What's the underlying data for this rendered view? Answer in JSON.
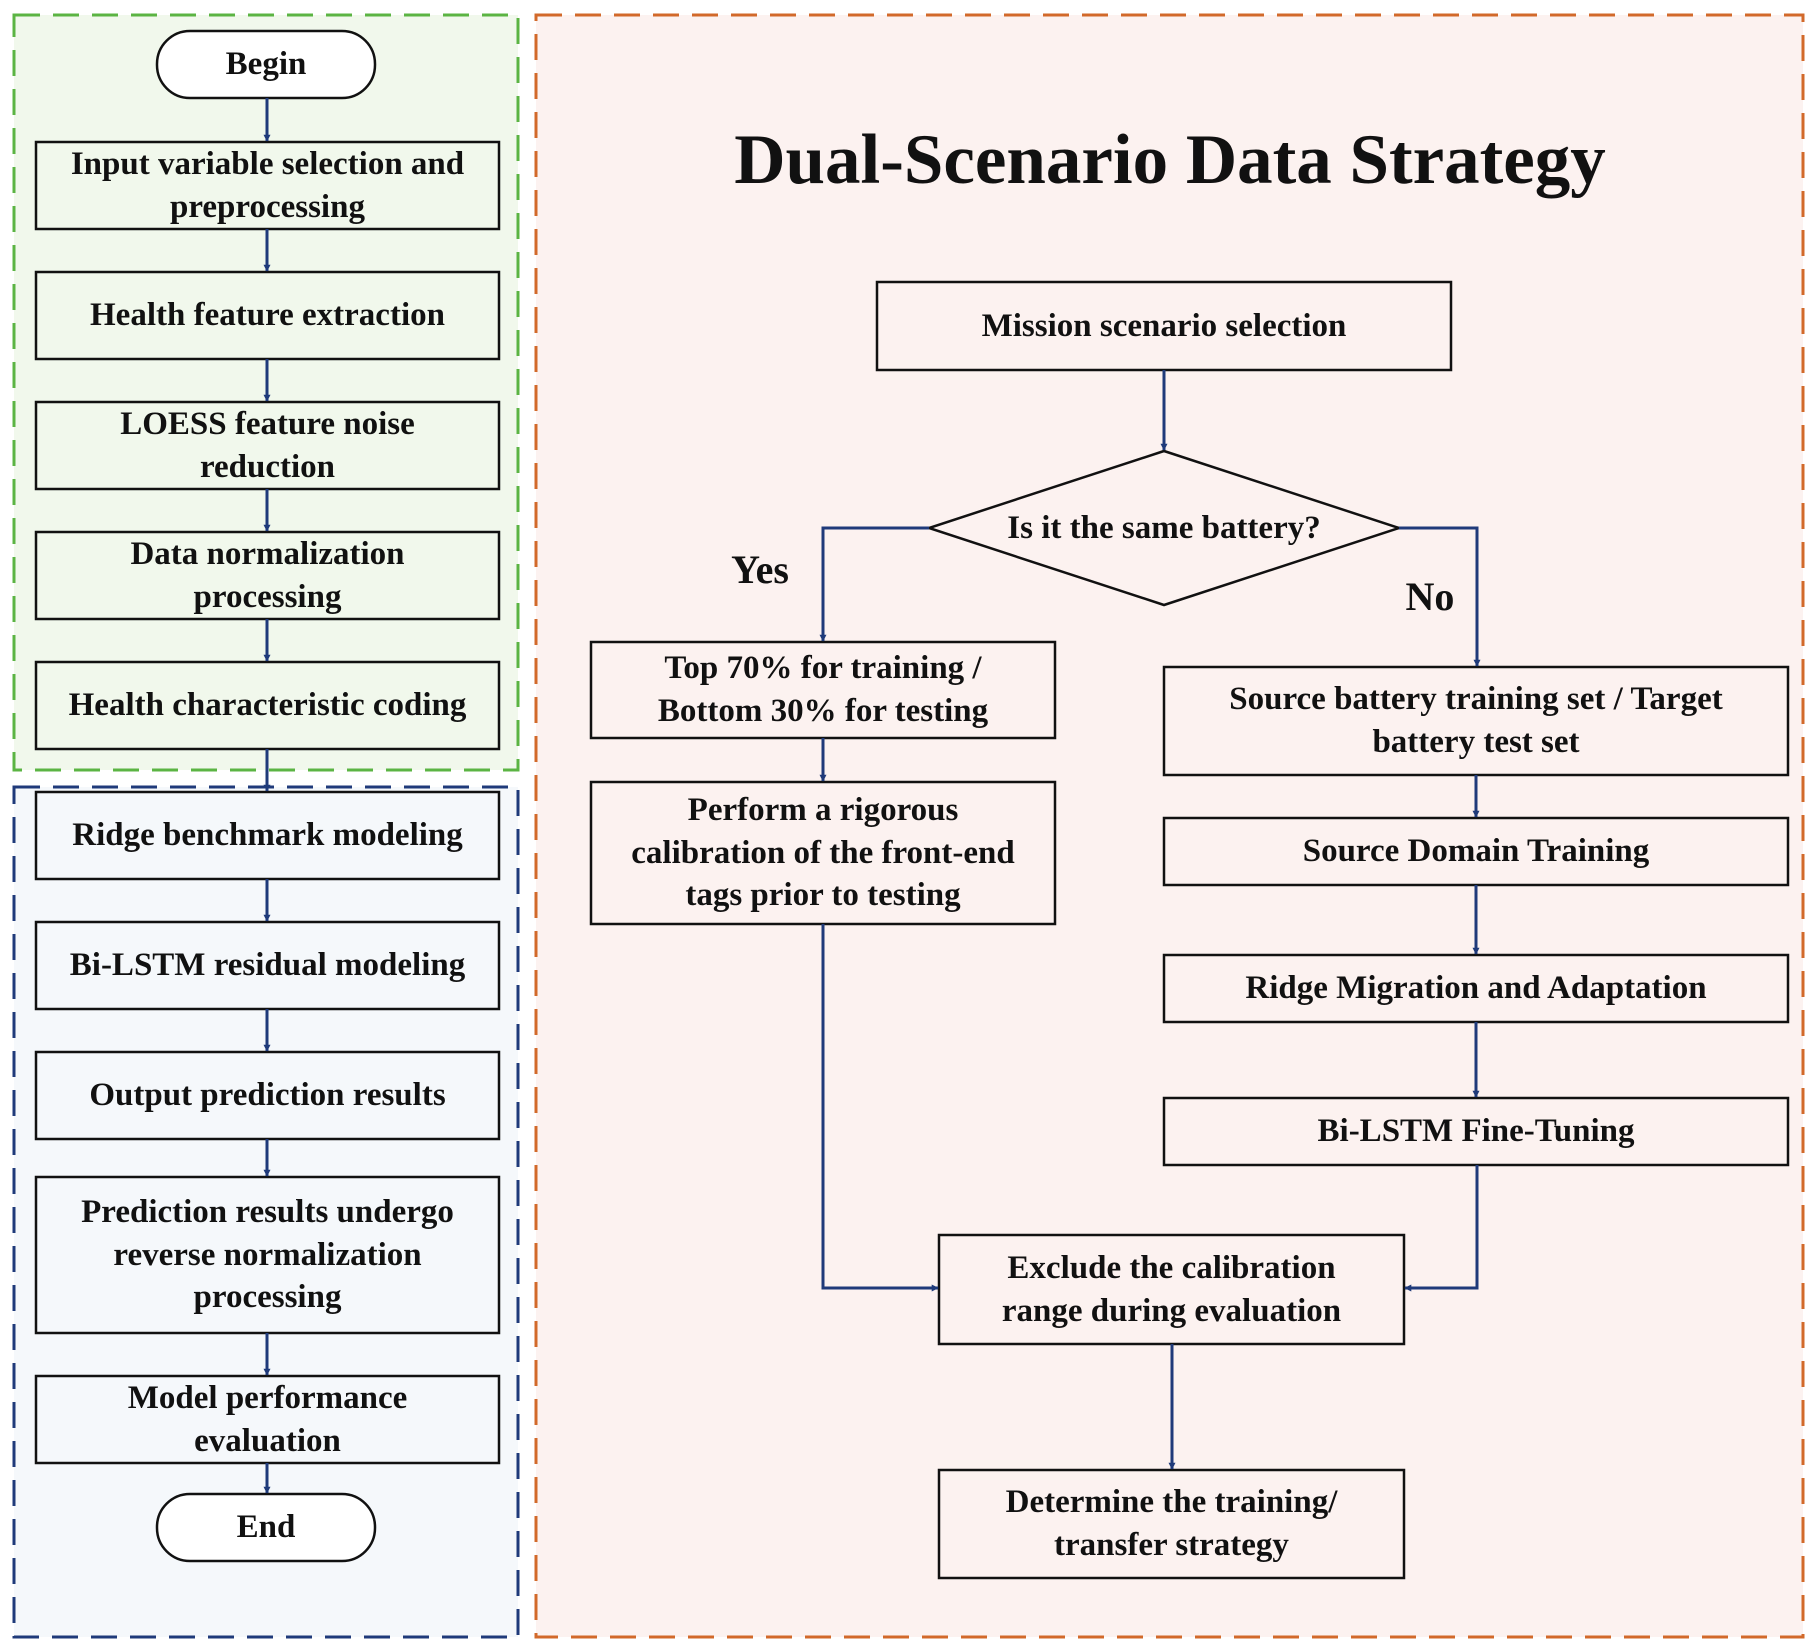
{
  "colors": {
    "preprocess_border": "#5BB443",
    "preprocess_fill": "#F1F8EC",
    "modeling_border": "#1F3A7A",
    "modeling_fill": "#F5F8FB",
    "strategy_border": "#D2692A",
    "strategy_fill": "#FCF2F0",
    "arrow": "#1F3A7A",
    "box_border": "#111111"
  },
  "left_flow": {
    "begin": "Begin",
    "steps": [
      "Input variable selection and\npreprocessing",
      "Health feature extraction",
      "LOESS feature noise\nreduction",
      "Data normalization\nprocessing",
      "Health characteristic coding",
      "Ridge benchmark modeling",
      "Bi-LSTM residual modeling",
      "Output prediction results",
      "Prediction results undergo\nreverse normalization\nprocessing",
      "Model performance\nevaluation"
    ],
    "end": "End"
  },
  "strategy": {
    "title": "Dual-Scenario Data Strategy",
    "mission": "Mission scenario selection",
    "decision": "Is it the same battery?",
    "yes_label": "Yes",
    "no_label": "No",
    "yes_split": "Top 70% for training /\nBottom 30% for testing",
    "yes_calibration": "Perform a rigorous\ncalibration of the front-end\ntags prior to testing",
    "no_split": "Source battery training set / Target\nbattery test set",
    "no_source_training": "Source Domain Training",
    "no_ridge": "Ridge Migration and Adaptation",
    "no_finetune": "Bi-LSTM Fine-Tuning",
    "exclude": "Exclude the calibration\nrange during evaluation",
    "determine": "Determine the training/\ntransfer strategy"
  }
}
